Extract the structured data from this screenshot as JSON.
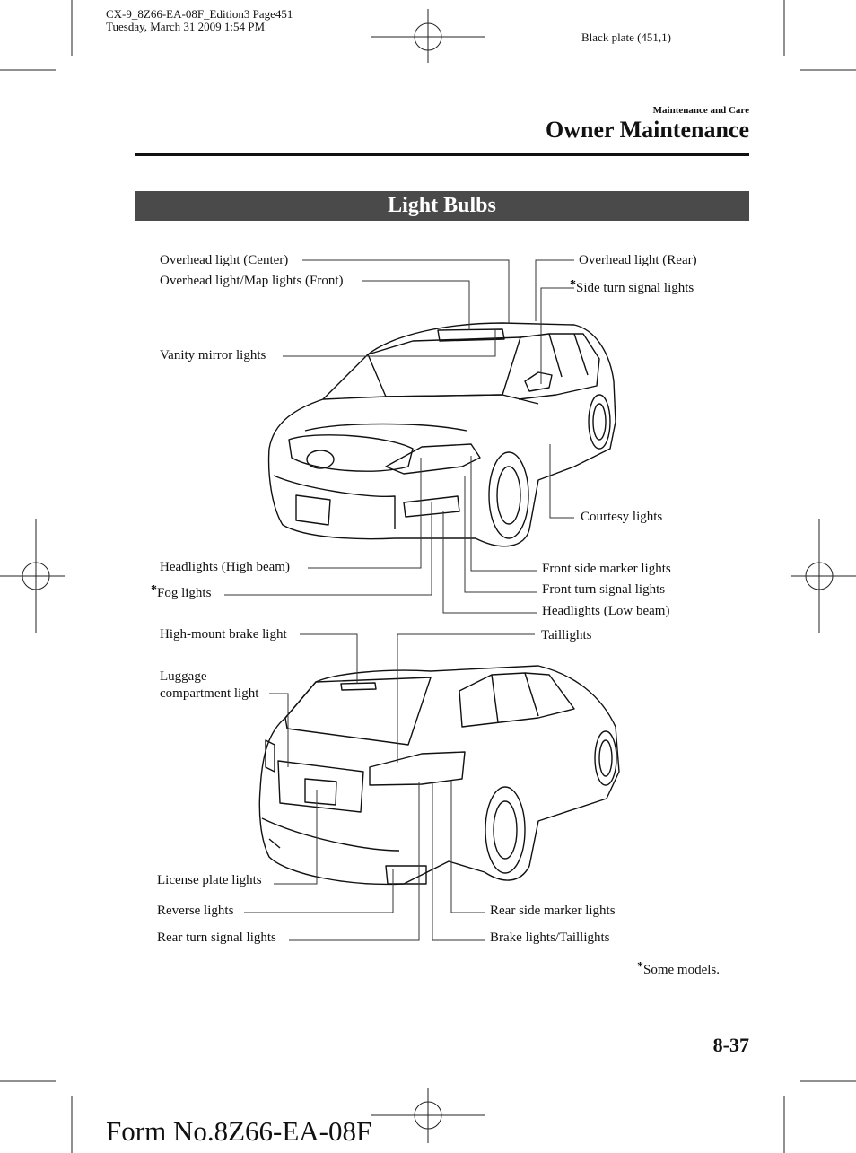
{
  "print_header": {
    "file_line": "CX-9_8Z66-EA-08F_Edition3 Page451",
    "date_line": "Tuesday, March 31 2009 1:54 PM",
    "plate": "Black plate (451,1)"
  },
  "section": "Maintenance and Care",
  "chapter_title": "Owner Maintenance",
  "banner_title": "Light Bulbs",
  "front_labels": {
    "overhead_center": "Overhead light (Center)",
    "overhead_map_front": "Overhead light/Map lights (Front)",
    "vanity": "Vanity mirror lights",
    "overhead_rear": "Overhead light (Rear)",
    "side_turn": "Side turn signal lights",
    "courtesy": "Courtesy lights",
    "headlights_high": "Headlights (High beam)",
    "fog": "Fog lights",
    "front_side_marker": "Front side marker lights",
    "front_turn": "Front turn signal lights",
    "headlights_low": "Headlights (Low beam)"
  },
  "rear_labels": {
    "high_mount": "High-mount brake light",
    "luggage_1": "Luggage",
    "luggage_2": "compartment light",
    "taillights": "Taillights",
    "license": "License plate lights",
    "reverse": "Reverse lights",
    "rear_turn": "Rear turn signal lights",
    "rear_side_marker": "Rear side marker lights",
    "brake_tail": "Brake lights/Taillights"
  },
  "asterisk": "*",
  "footnote": "Some models.",
  "page_number": "8-37",
  "form_number": "Form No.8Z66-EA-08F"
}
